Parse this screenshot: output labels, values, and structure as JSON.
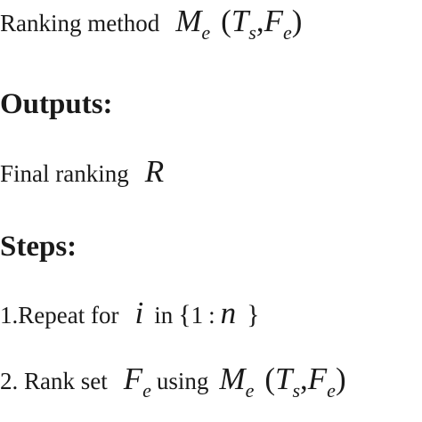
{
  "lines": {
    "ranking_method": {
      "label": "Ranking method",
      "symbol": "M",
      "symbol_sub": "e",
      "open_paren": "(",
      "arg1": "T",
      "arg1_sub": "s",
      "comma": ",",
      "arg2": "F",
      "arg2_sub": "e",
      "close_paren": ")"
    },
    "outputs_heading": "Outputs:",
    "final_ranking": {
      "label": "Final ranking",
      "symbol": "R"
    },
    "steps_heading": "Steps:",
    "step1": {
      "prefix": "1.Repeat for",
      "var": "i",
      "in_word": "in",
      "open_brace": "{",
      "start": "1",
      "colon": ":",
      "end": "n",
      "close_brace": "}"
    },
    "step2": {
      "prefix": "2. Rank set",
      "set_symbol": "F",
      "set_sub": "e",
      "using_word": "using",
      "method_symbol": "M",
      "method_sub": "e",
      "open_paren": "(",
      "arg1": "T",
      "arg1_sub": "s",
      "comma": ",",
      "arg2": "F",
      "arg2_sub": "e",
      "close_paren": ")"
    }
  }
}
